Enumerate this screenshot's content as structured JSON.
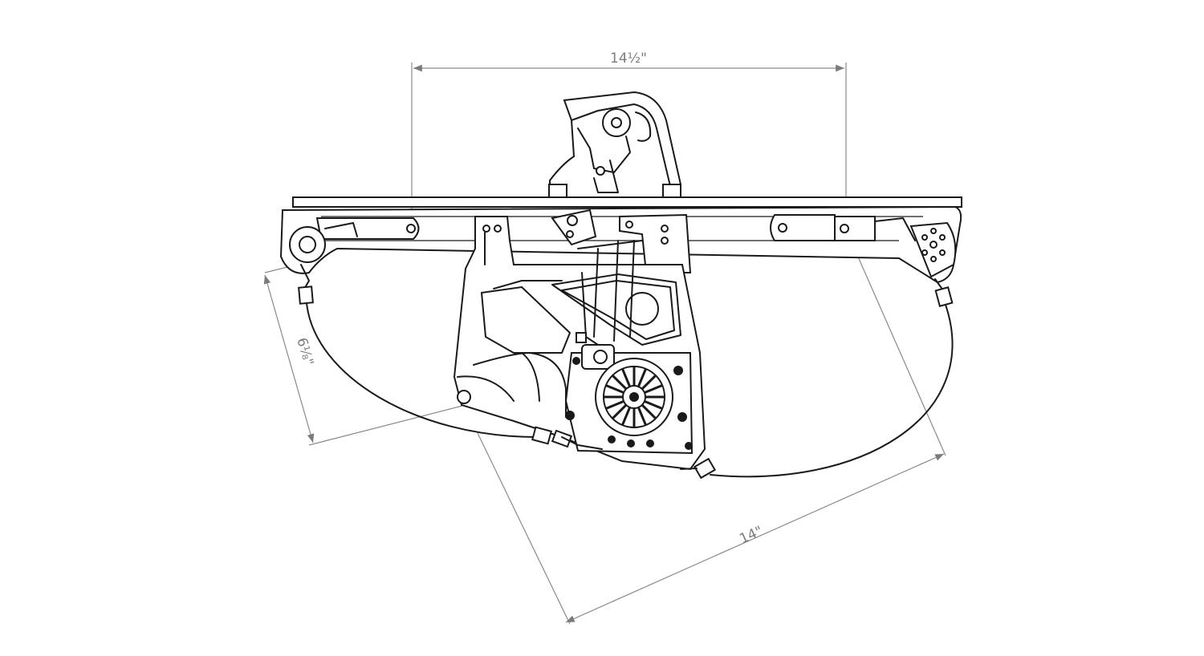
{
  "dimensions": {
    "top_width": "14½\"",
    "left_height": "6⅛\"",
    "bottom_length": "14\""
  },
  "colors": {
    "line": "#1a1a1a",
    "dimension": "#8a8a8a",
    "background": "#ffffff"
  }
}
